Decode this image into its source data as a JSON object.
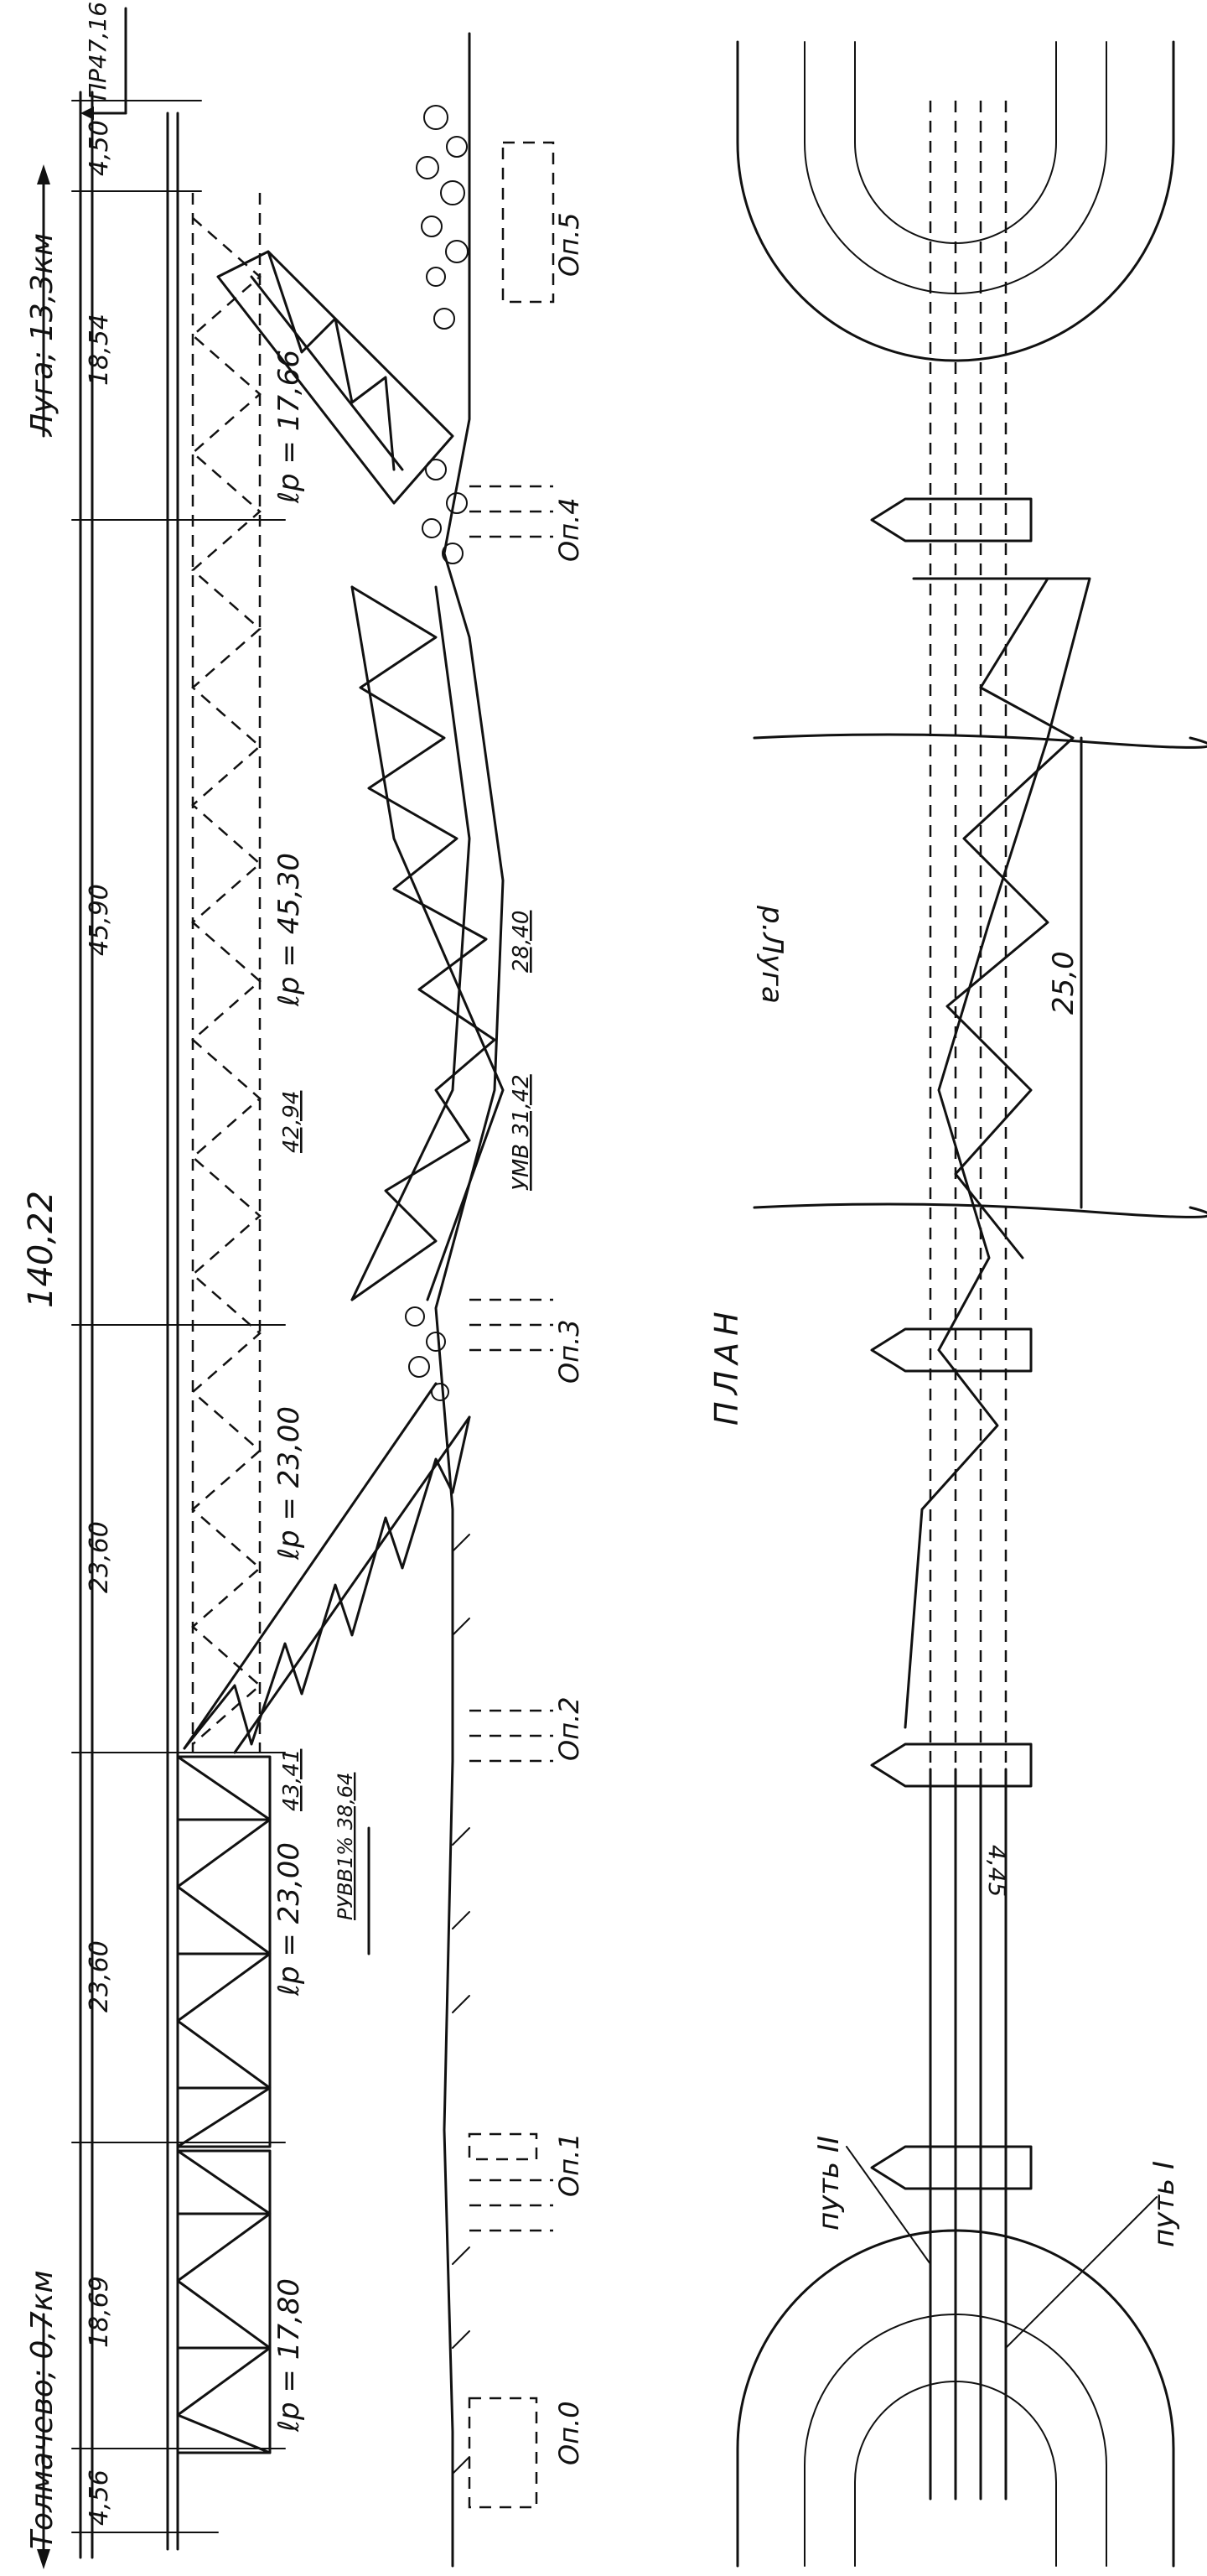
{
  "directions": {
    "start": "Толмачево; 0,7км",
    "end": "Луга; 13,3км"
  },
  "overall_length": "140,22",
  "right_abutment_mark": "ПР47,16",
  "span_dimensions": [
    "4,56",
    "18,69",
    "23,60",
    "23,60",
    "45,90",
    "18,54",
    "4,50"
  ],
  "design_spans": [
    "ℓp = 17,80",
    "ℓp = 23,00",
    "ℓp = 23,00",
    "ℓp = 45,30",
    "ℓp = 17,66"
  ],
  "levels": {
    "top_a": "43,41",
    "top_b": "42,94",
    "rivers_level": "РУВВ1% 38,64",
    "low_water": "УМВ 31,42",
    "bottom": "28,40"
  },
  "piers": [
    "Оп.0",
    "Оп.1",
    "Оп.2",
    "Оп.3",
    "Оп.4",
    "Оп.5"
  ],
  "plan": {
    "title": "ПЛАН",
    "river": "р.Луга",
    "river_width": "25,0",
    "track_1": "путь I",
    "track_2": "путь II",
    "offset": "4,45"
  }
}
